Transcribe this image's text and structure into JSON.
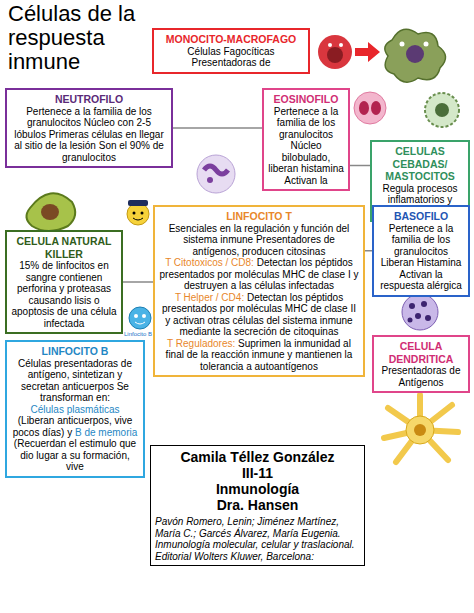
{
  "diagram": {
    "title": "Células de la respuesta inmune",
    "nodes": [
      {
        "text": [
          "MONOCITO-MACROFAGO",
          "Células Fagocíticas Presentadoras de"
        ]
      },
      {
        "text": [
          "NEUTROFILO",
          "Pertenece a la familia de los granulocitos Núcleo con 2-5 lóbulos Primeras células en llegar al sitio de la lesión Son el 90% de granulocitos"
        ]
      },
      {
        "text": [
          "EOSINOFILO",
          "Pertenece a la familia de los granulocitos Núcleo bilobulado, liberan histamina Activan la"
        ]
      },
      {
        "text": [
          "CELULAS CEBADAS/ MASTOCITOS",
          "Regula procesos inflamatorios y alérgicos"
        ]
      },
      {
        "text": [
          "CELULA NATURAL KILLER",
          "15% de linfocitos en sangre contienen perforina y proteasas causando lisis o apoptosis de una célula infectada"
        ]
      },
      {
        "text": [
          "LINFOCITO T",
          "Esenciales en la regulación y función del sistema inmune Presentadores de antígenos, producen citosinas",
          "T Citotoxicos / CD8:",
          "Detectan los péptidos presentados por moléculas MHC de clase I y destruyen a las células infectadas",
          "T Helper / CD4:",
          "Detectan los péptidos presentados por moléculas MHC de clase II y activan otras células del sistema inmune mediante la secreción de citoquinas",
          "T Reguladores:",
          "Suprimen la inmunidad al final de la reacción inmune y mantienen la tolerancia a autoantígenos"
        ]
      },
      {
        "text": [
          "BASOFILO",
          "Pertenece a la familia de los granulocitos Liberan Histamina Activan la respuesta alérgica"
        ]
      },
      {
        "text": [
          "LINFOCITO B",
          "Células presentadoras de antígeno, sintetizan y secretan anticuerpos Se transforman en:",
          "Células plasmáticas",
          "(Liberan anticuerpos, vive pocos días) y",
          "B de memoria",
          "(Recuerdan el estimulo que dio lugar a su formación, vive"
        ]
      },
      {
        "text": [
          "CELULA DENDRITICA",
          "Presentadoras de Antígenos"
        ]
      },
      {
        "text": [
          "Camila Téllez González",
          "III-11",
          "Inmunología",
          "Dra. Hansen",
          "Pavón Romero, Lenin; Jiménez Martínez, María C.; Garcés Álvarez, María Eugenia. Inmunología molecular, celular y traslacional. Editorial Wolters Kluwer, Barcelona:"
        ]
      }
    ],
    "edges": [
      {
        "from": 1,
        "to": 2,
        "arrow": "none"
      },
      {
        "from": 2,
        "to": 3,
        "arrow": "none"
      },
      {
        "from": 4,
        "to": 5,
        "arrow": "none"
      },
      {
        "from": 5,
        "to": 6,
        "arrow": "none"
      }
    ],
    "labels": [
      "Linfocito B"
    ]
  }
}
